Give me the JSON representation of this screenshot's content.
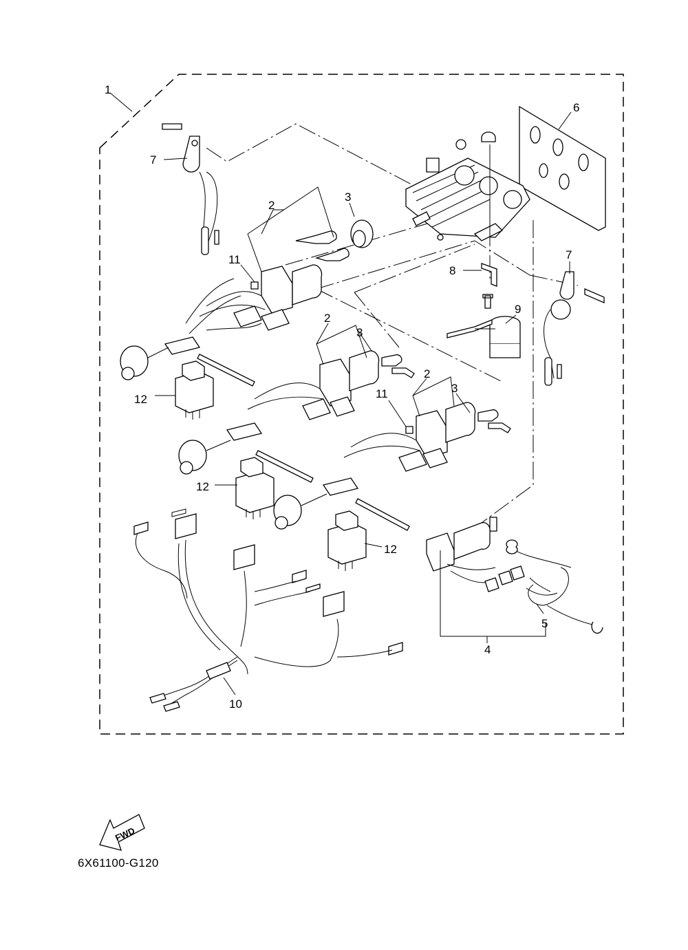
{
  "callouts": {
    "c1": "1",
    "c2a": "2",
    "c2b": "2",
    "c2c": "2",
    "c3a": "3",
    "c3b": "3",
    "c3c": "3",
    "c4": "4",
    "c5": "5",
    "c6": "6",
    "c7a": "7",
    "c7b": "7",
    "c8": "8",
    "c9": "9",
    "c10": "10",
    "c11a": "11",
    "c11b": "11",
    "c12a": "12",
    "c12b": "12",
    "c12c": "12"
  },
  "fwd_label": "FWD",
  "diagram_code": "6X61100-G120"
}
